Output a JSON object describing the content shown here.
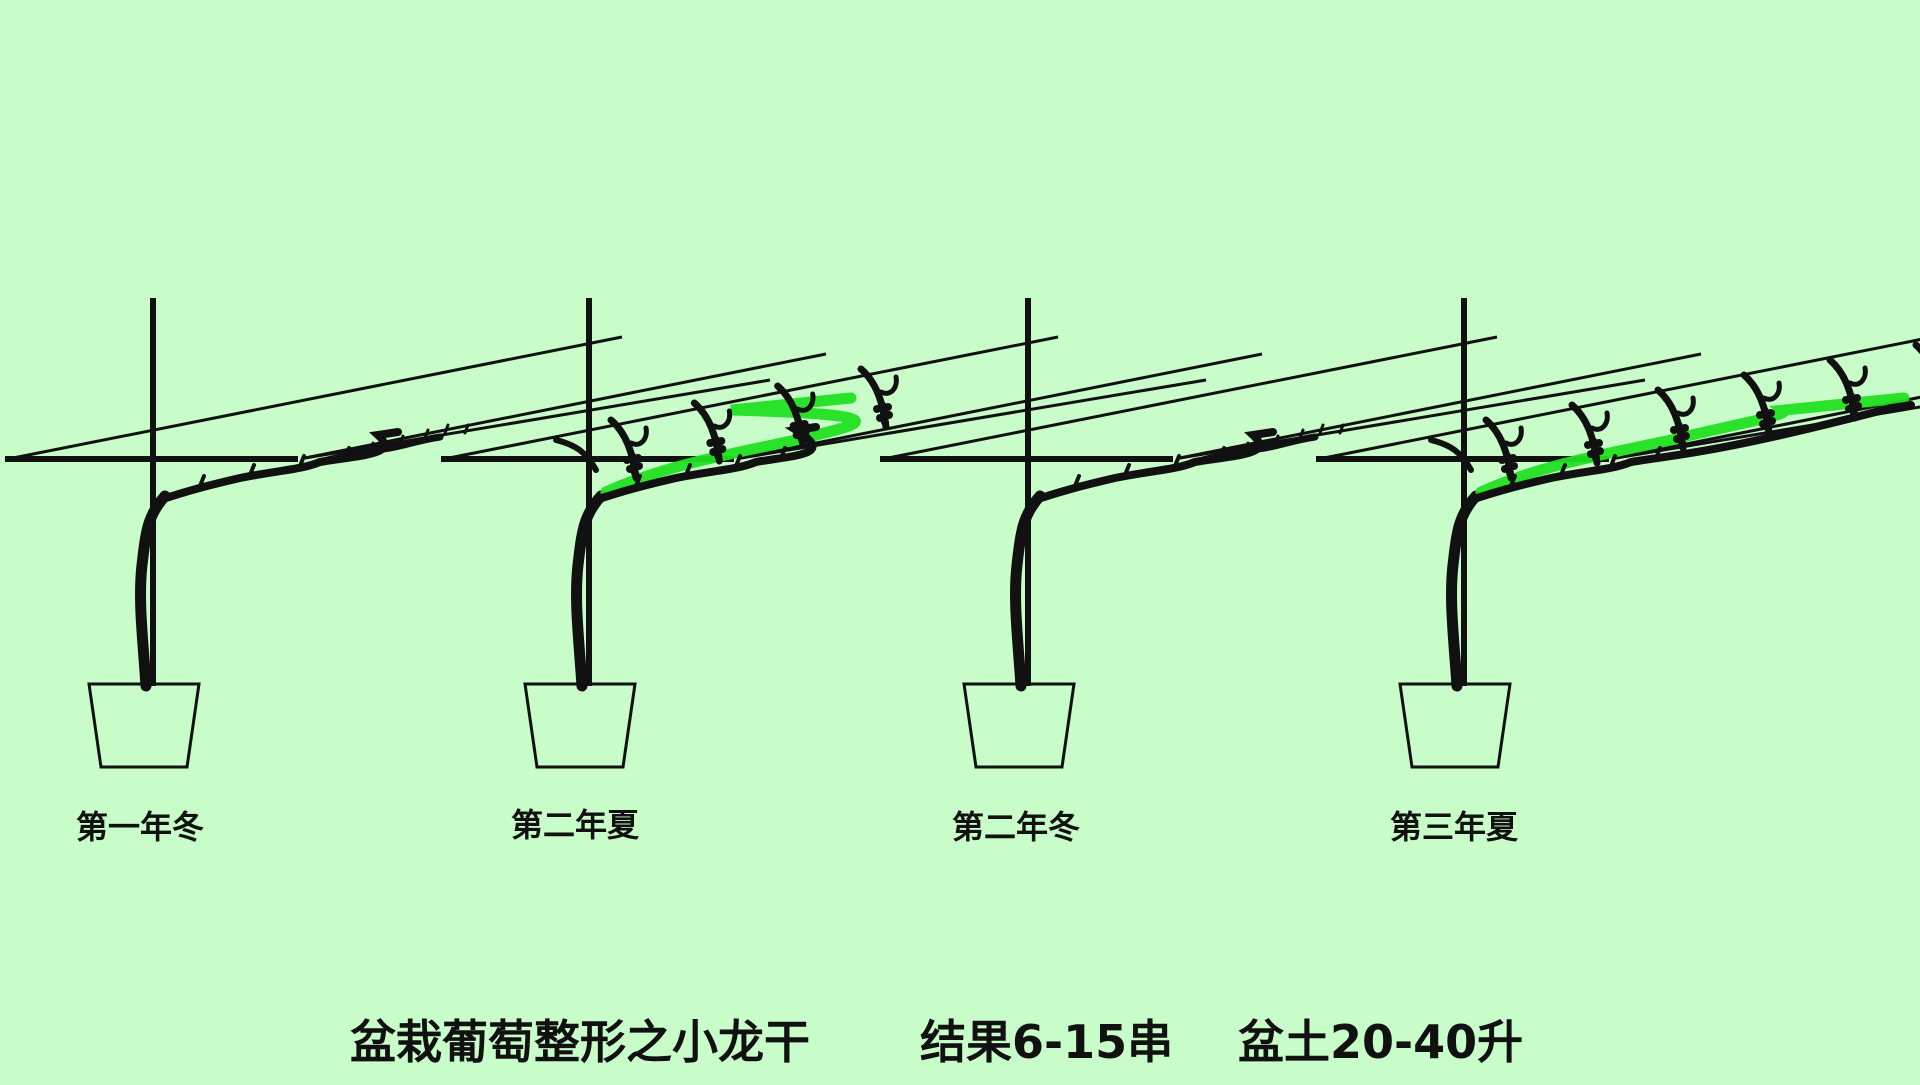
{
  "background_color": "#c8fcc8",
  "structure_color": "#111111",
  "new_shoot_color": "#22e022",
  "stages": [
    {
      "label": "第一年冬",
      "season": "winter",
      "shoot_count": 0
    },
    {
      "label": "第二年夏",
      "season": "summer",
      "shoot_count": 4
    },
    {
      "label": "第二年冬",
      "season": "winter",
      "shoot_count": 0
    },
    {
      "label": "第三年夏",
      "season": "summer",
      "shoot_count": 6
    }
  ],
  "footer": {
    "title": "盆栽葡萄整形之小龙干",
    "fruit": "结果6-15串",
    "soil": "盆土20-40升"
  }
}
